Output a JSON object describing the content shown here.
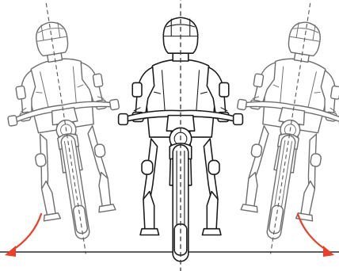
{
  "diagram": {
    "colors": {
      "background": "#ffffff",
      "line": "#1a1a1a",
      "faded_line": "#4a4a4a",
      "arrow": "#e8402a",
      "ground": "#2a2a2a",
      "dashed": "#333333"
    },
    "riders": [
      {
        "icon": "rider-on-ebike-icon",
        "position": "left",
        "lean_degrees": -9,
        "faded": true
      },
      {
        "icon": "rider-on-ebike-icon",
        "position": "center",
        "lean_degrees": 0,
        "faded": false
      },
      {
        "icon": "rider-on-ebike-icon",
        "position": "right",
        "lean_degrees": 9,
        "faded": true
      }
    ],
    "arrows": [
      {
        "icon": "curved-arrow-left-icon",
        "side": "left"
      },
      {
        "icon": "curved-arrow-right-icon",
        "side": "right"
      }
    ],
    "ground_line": {
      "icon": "ground-line"
    }
  }
}
